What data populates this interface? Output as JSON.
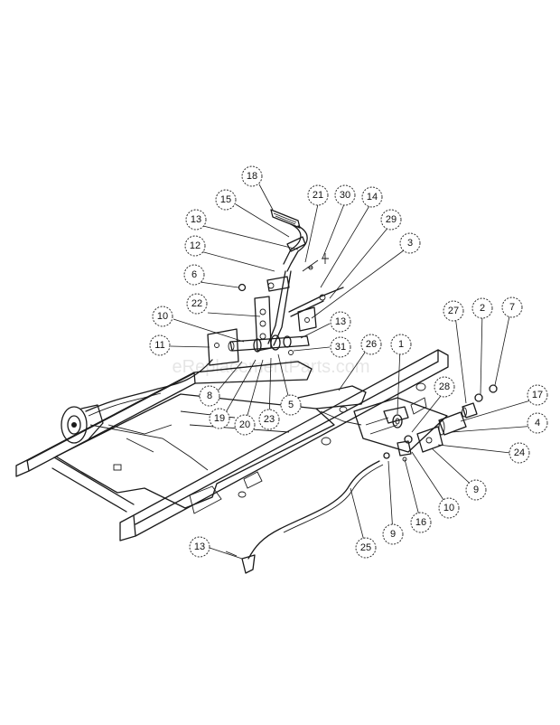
{
  "watermark": "eReplacementParts.com",
  "callouts": [
    {
      "id": "c18a",
      "label": "18"
    },
    {
      "id": "c15",
      "label": "15"
    },
    {
      "id": "c21",
      "label": "21"
    },
    {
      "id": "c30",
      "label": "30"
    },
    {
      "id": "c14",
      "label": "14"
    },
    {
      "id": "c13a",
      "label": "13"
    },
    {
      "id": "c29",
      "label": "29"
    },
    {
      "id": "c12",
      "label": "12"
    },
    {
      "id": "c3",
      "label": "3"
    },
    {
      "id": "c6",
      "label": "6"
    },
    {
      "id": "c22",
      "label": "22"
    },
    {
      "id": "c10a",
      "label": "10"
    },
    {
      "id": "c13b",
      "label": "13"
    },
    {
      "id": "c11",
      "label": "11"
    },
    {
      "id": "c31",
      "label": "31"
    },
    {
      "id": "c26",
      "label": "26"
    },
    {
      "id": "c1",
      "label": "1"
    },
    {
      "id": "c27",
      "label": "27"
    },
    {
      "id": "c2",
      "label": "2"
    },
    {
      "id": "c7",
      "label": "7"
    },
    {
      "id": "c8",
      "label": "8"
    },
    {
      "id": "c5",
      "label": "5"
    },
    {
      "id": "c19",
      "label": "19"
    },
    {
      "id": "c20",
      "label": "20"
    },
    {
      "id": "c23",
      "label": "23"
    },
    {
      "id": "c28",
      "label": "28"
    },
    {
      "id": "c17",
      "label": "17"
    },
    {
      "id": "c4",
      "label": "4"
    },
    {
      "id": "c24",
      "label": "24"
    },
    {
      "id": "c9a",
      "label": "9"
    },
    {
      "id": "c10b",
      "label": "10"
    },
    {
      "id": "c16",
      "label": "16"
    },
    {
      "id": "c9b",
      "label": "9"
    },
    {
      "id": "c25",
      "label": "25"
    },
    {
      "id": "c13c",
      "label": "13"
    }
  ]
}
